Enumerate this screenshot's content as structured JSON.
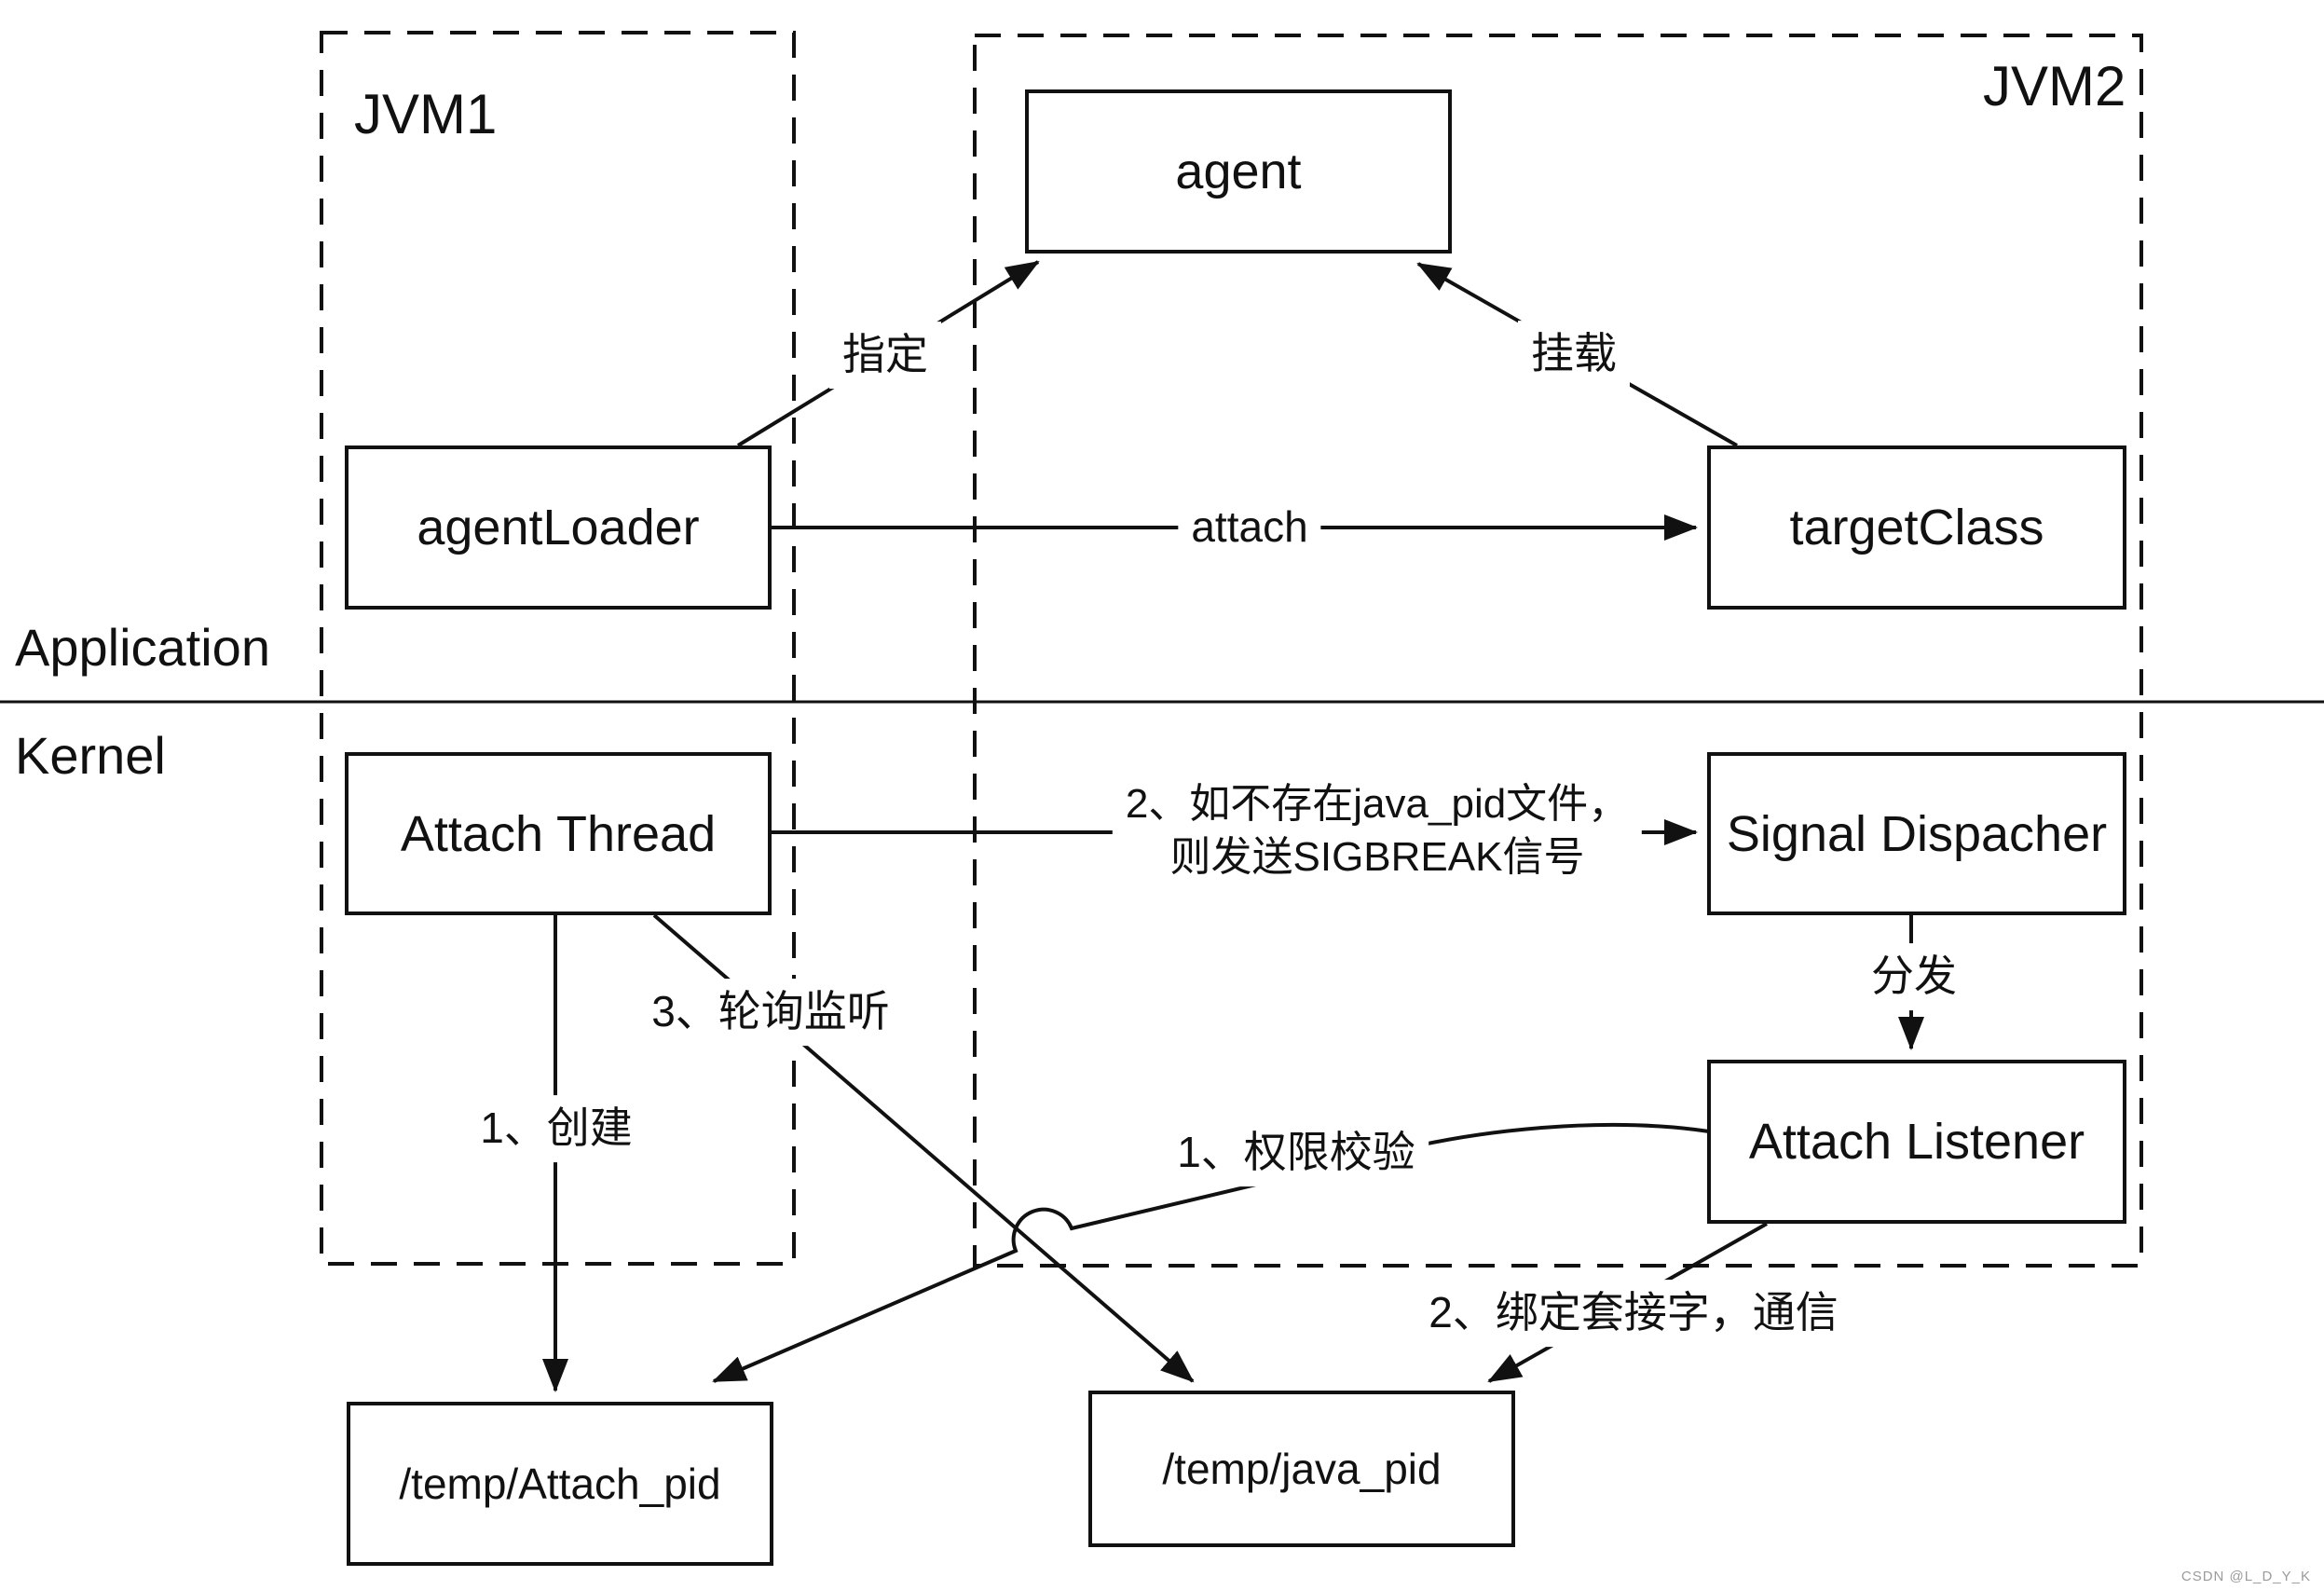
{
  "diagram": {
    "jvm1_label": "JVM1",
    "jvm2_label": "JVM2",
    "application_label": "Application",
    "kernel_label": "Kernel",
    "watermark": "CSDN @L_D_Y_K"
  },
  "colors": {
    "line": "#111111",
    "background": "#ffffff",
    "watermark": "#9b9b9b"
  },
  "nodes": {
    "agent": "agent",
    "agent_loader": "agentLoader",
    "target_class": "targetClass",
    "attach_thread": "Attach Thread",
    "signal_dispacher": "Signal Dispacher",
    "attach_listener": "Attach Listener",
    "temp_attach_pid": "/temp/Attach_pid",
    "temp_java_pid": "/temp/java_pid"
  },
  "edges": {
    "zhiding": "指定",
    "guazai": "挂载",
    "attach": "attach",
    "sigbreak_line1": "2、如不存在java_pid文件，",
    "sigbreak_line2": "则发送SIGBREAK信号",
    "fenfa": "分发",
    "chuangjian": "1、创建",
    "lunxun": "3、轮询监听",
    "quanxian": "1、权限校验",
    "bangding": "2、绑定套接字，通信"
  }
}
